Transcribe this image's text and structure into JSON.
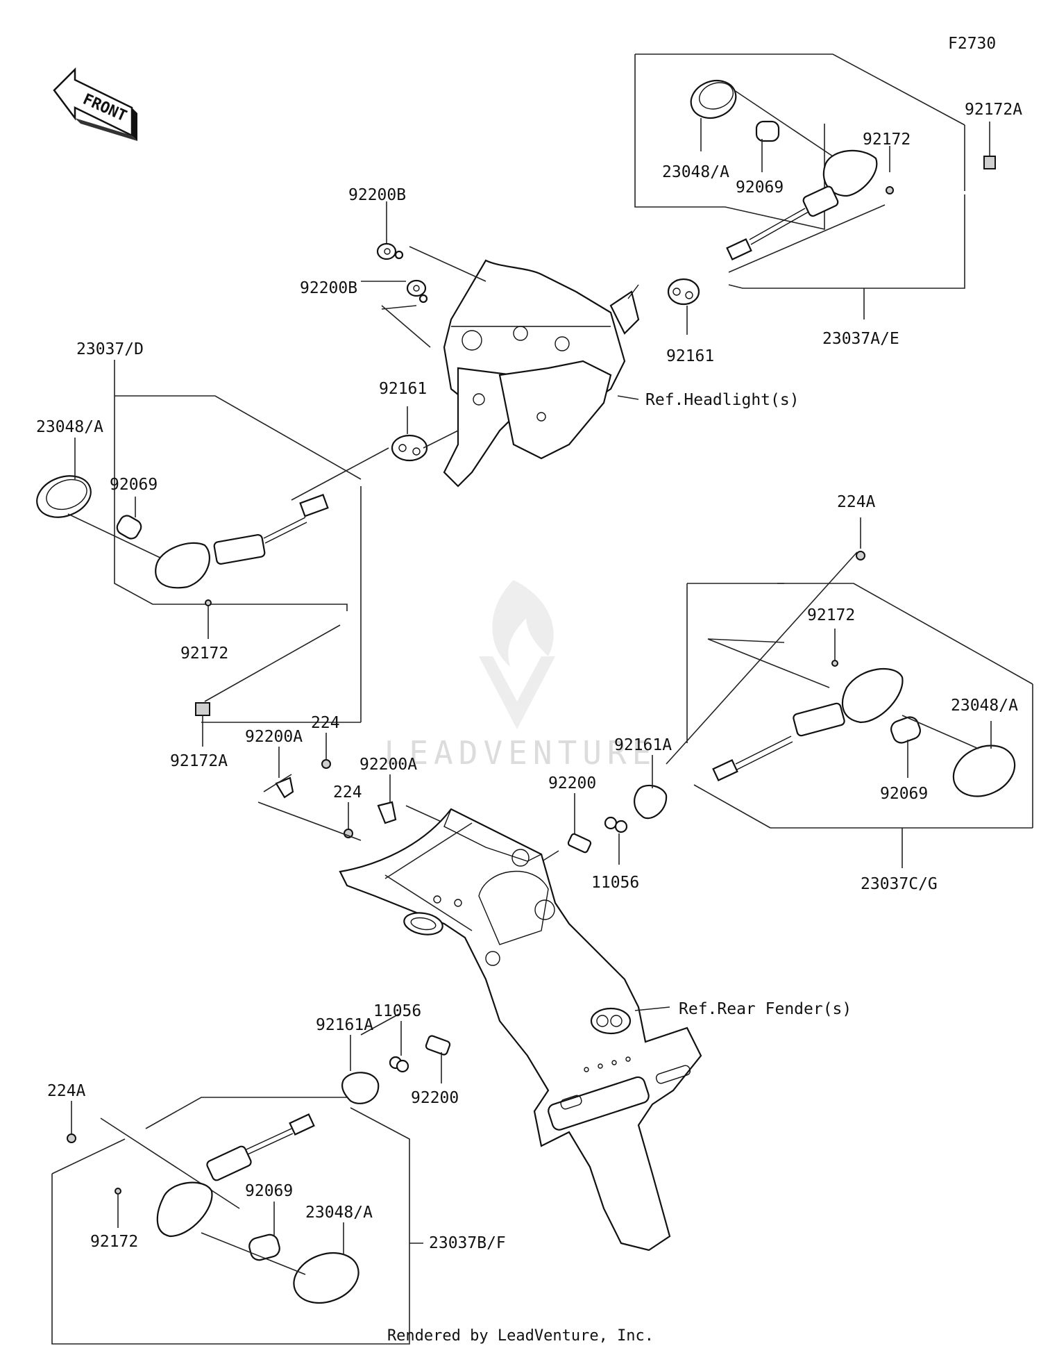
{
  "diagram": {
    "code": "F2730",
    "front_label": "FRONT",
    "footer": "Rendered by LeadVenture, Inc.",
    "watermark": "LEADVENTURE",
    "labels": {
      "l_92172A_top": "92172A",
      "l_92172_top": "92172",
      "l_23048A_top": "23048/A",
      "l_92069_top": "92069",
      "l_92200B_1": "92200B",
      "l_92200B_2": "92200B",
      "l_92161_right": "92161",
      "l_23037AE": "23037A/E",
      "l_23037D": "23037/D",
      "l_23048A_left": "23048/A",
      "l_92069_left": "92069",
      "l_92161_left": "92161",
      "l_ref_headlight": "Ref.Headlight(s)",
      "l_92172_left": "92172",
      "l_92172A_left": "92172A",
      "l_224A_right": "224A",
      "l_92172_right": "92172",
      "l_23048A_right": "23048/A",
      "l_92161A_right": "92161A",
      "l_92069_right": "92069",
      "l_23037CG": "23037C/G",
      "l_92200A_1": "92200A",
      "l_224_1": "224",
      "l_92200A_2": "92200A",
      "l_224_2": "224",
      "l_92200_right": "92200",
      "l_11056_right": "11056",
      "l_ref_rear_fender": "Ref.Rear Fender(s)",
      "l_11056_bottom": "11056",
      "l_92161A_bottom": "92161A",
      "l_92200_bottom": "92200",
      "l_224A_bottom": "224A",
      "l_92069_bottom": "92069",
      "l_23048A_bottom": "23048/A",
      "l_92172_bottom": "92172",
      "l_23037BF": "23037B/F"
    }
  }
}
